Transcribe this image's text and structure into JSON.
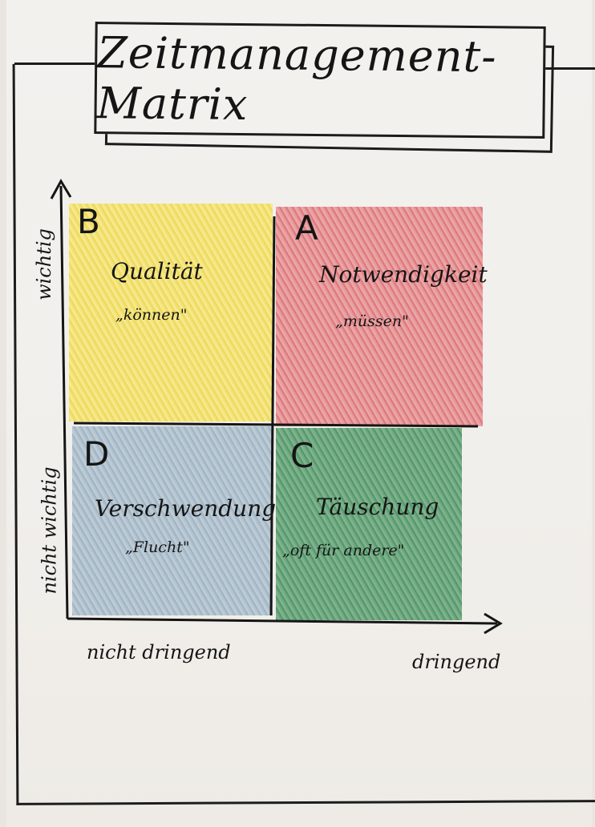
{
  "title": "Zeitmanagement-Matrix",
  "quadrants": {
    "b": {
      "letter": "B",
      "title": "Qualität",
      "subtitle": "„können\"",
      "color": "#f4e79a"
    },
    "a": {
      "letter": "A",
      "title": "Notwendigkeit",
      "subtitle": "„müssen\"",
      "color": "#e9b3b2"
    },
    "d": {
      "letter": "D",
      "title": "Verschwendung",
      "subtitle": "„Flucht\"",
      "color": "#c6ced3"
    },
    "c": {
      "letter": "C",
      "title": "Täuschung",
      "subtitle": "„oft für andere\"",
      "color": "#8fb99a"
    }
  },
  "axes": {
    "y_high": "wichtig",
    "y_low": "nicht wichtig",
    "x_low": "nicht dringend",
    "x_high": "dringend"
  }
}
